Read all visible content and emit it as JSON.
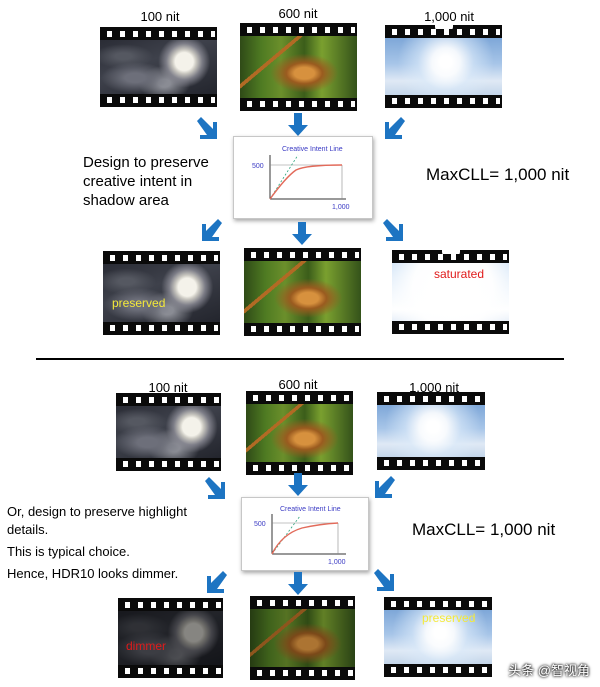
{
  "top": {
    "nit_labels": [
      "100 nit",
      "600 nit",
      "1,000 nit"
    ],
    "note": [
      "Design to preserve",
      "creative intent in",
      "shadow area"
    ],
    "maxcll": "MaxCLL= 1,000 nit",
    "curve": {
      "title": "Creative Intent Line",
      "y_label": "500",
      "x_label": "1,000"
    },
    "result_tags": {
      "left": "preserved",
      "right": "saturated"
    }
  },
  "bottom": {
    "nit_labels": [
      "100 nit",
      "600 nit",
      "1,000 nit"
    ],
    "note": [
      "Or, design to preserve highlight",
      "details.",
      "This is typical choice.",
      "Hence, HDR10 looks dimmer."
    ],
    "maxcll": "MaxCLL= 1,000 nit",
    "curve": {
      "title": "Creative Intent Line",
      "y_label": "500",
      "x_label": "1,000"
    },
    "result_tags": {
      "left": "dimmer",
      "right": "preserved"
    }
  },
  "watermark": "头条 @智视角",
  "colors": {
    "arrow": "#1d74c2",
    "tag_yellow": "#f4e93a",
    "tag_red": "#e01b1b",
    "curve": "#e26a5a",
    "curve_title": "#3b3bc4"
  }
}
